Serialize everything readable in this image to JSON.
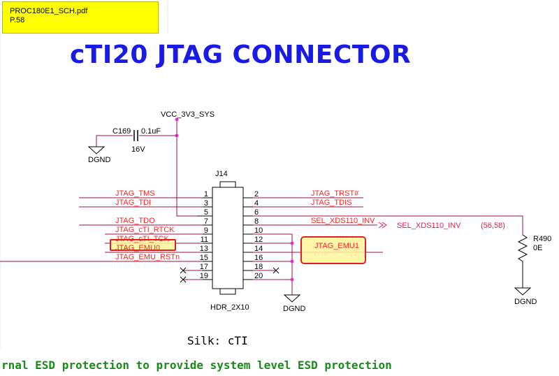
{
  "note": {
    "file": "PROC180E1_SCH.pdf",
    "page": "P.58"
  },
  "title": "cTI20 JTAG CONNECTOR",
  "power": "VCC_3V3_SYS",
  "capacitor": {
    "ref": "C169",
    "value": "0.1uF",
    "voltage": "16V"
  },
  "ground": "DGND",
  "connector": {
    "ref": "J14",
    "part": "HDR_2X10"
  },
  "left_pins": [
    {
      "num": "1",
      "net": "JTAG_TMS"
    },
    {
      "num": "3",
      "net": "JTAG_TDI"
    },
    {
      "num": "5",
      "net": ""
    },
    {
      "num": "7",
      "net": "JTAG_TDO"
    },
    {
      "num": "9",
      "net": "JTAG_cTI_RTCK"
    },
    {
      "num": "11",
      "net": "JTAG_cTI_TCK"
    },
    {
      "num": "13",
      "net": "JTAG_EMU0"
    },
    {
      "num": "15",
      "net": "JTAG_EMU_RSTn"
    },
    {
      "num": "17",
      "net": ""
    },
    {
      "num": "19",
      "net": ""
    }
  ],
  "right_pins": [
    {
      "num": "2",
      "net": "JTAG_TRST#"
    },
    {
      "num": "4",
      "net": "JTAG_TDIS"
    },
    {
      "num": "6",
      "net": ""
    },
    {
      "num": "8",
      "net": "SEL_XDS110_INV"
    },
    {
      "num": "10",
      "net": ""
    },
    {
      "num": "12",
      "net": ""
    },
    {
      "num": "14",
      "net": "JTAG_EMU1"
    },
    {
      "num": "16",
      "net": ""
    },
    {
      "num": "18",
      "net": ""
    },
    {
      "num": "20",
      "net": ""
    }
  ],
  "offpage": {
    "net": "SEL_XDS110_INV",
    "ref": "(56,58)"
  },
  "resistor": {
    "ref": "R490",
    "value": "0E"
  },
  "silk": "Silk: cTI",
  "footer": "rnal ESD protection to provide system level ESD protection",
  "colors": {
    "net": "#e6194b",
    "wire": "#a01040",
    "label": "#ff2020",
    "highlight": "#fff49a",
    "highlight_border": "#e02020",
    "title": "#1a1ae6",
    "footer": "#1a8a1a",
    "dot": "#e62ed0"
  }
}
